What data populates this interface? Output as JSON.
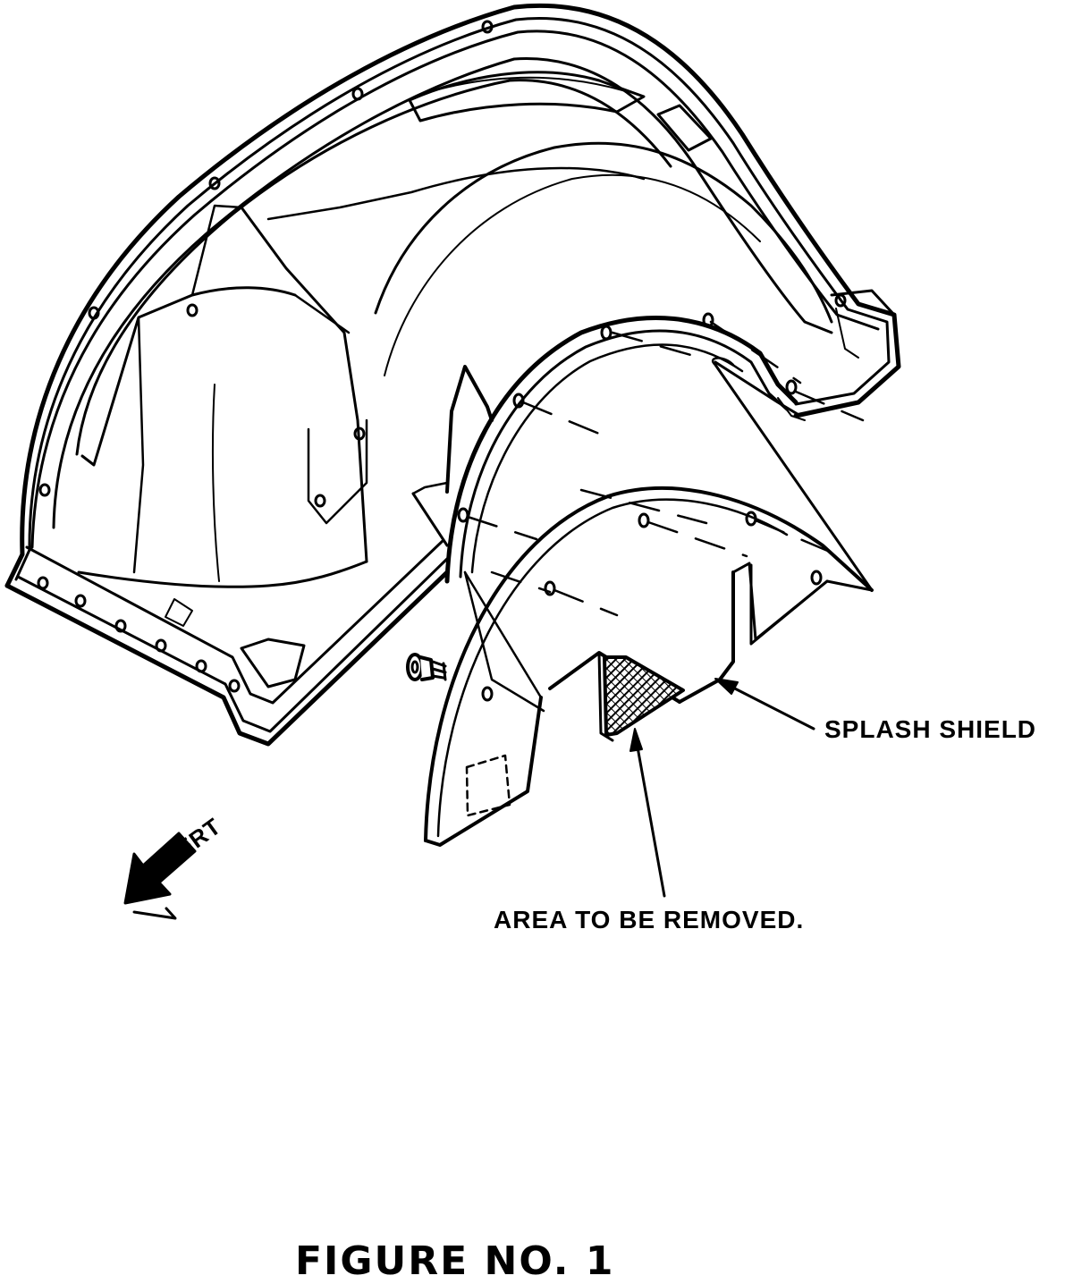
{
  "labels": {
    "splash_shield": "SPLASH SHIELD",
    "area_to_be_removed": "AREA TO BE REMOVED.",
    "front_direction": "FRT"
  },
  "caption": "FIGURE NO. 1",
  "colors": {
    "ink": "#000000",
    "paper": "#ffffff"
  }
}
